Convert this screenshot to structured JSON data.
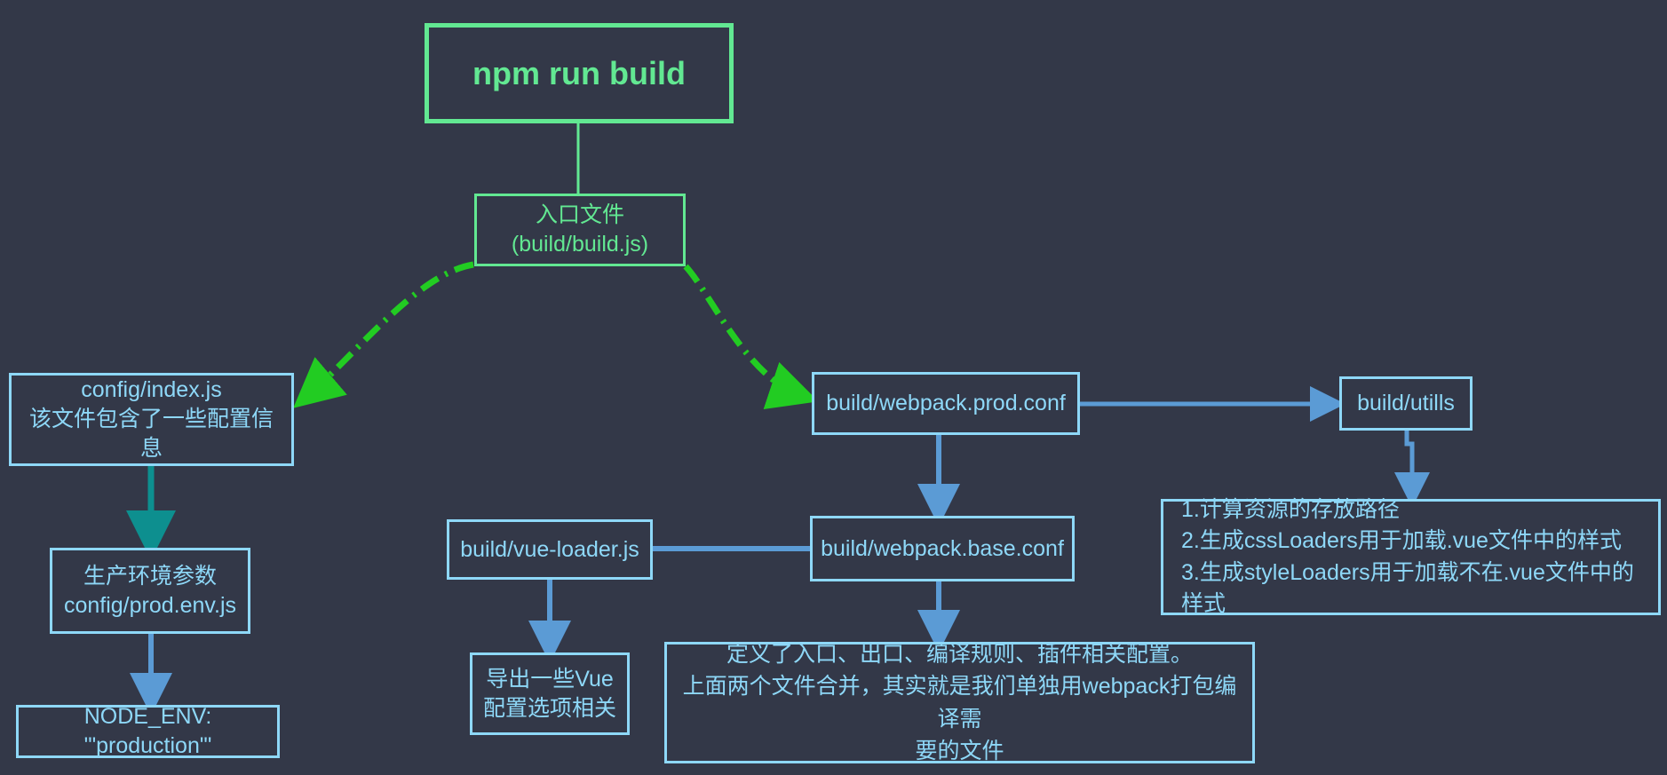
{
  "diagram": {
    "title": "npm run build flow",
    "background_color": "#333848",
    "colors": {
      "green": "#62e892",
      "bright_green": "#22cc22",
      "light_blue": "#8ed8f8",
      "mid_blue": "#5b9bd5",
      "teal": "#0d8f8f"
    }
  },
  "nodes": {
    "npm_run_build": {
      "label": "npm run build"
    },
    "entry_file": {
      "label": "入口文件\n(build/build.js)"
    },
    "config_index": {
      "label": "config/index.js\n该文件包含了一些配置信息"
    },
    "prod_env": {
      "label": "生产环境参数\nconfig/prod.env.js"
    },
    "node_env": {
      "label": "NODE_ENV: '\"production\"'"
    },
    "webpack_prod_conf": {
      "label": "build/webpack.prod.conf"
    },
    "build_utills": {
      "label": "build/utills"
    },
    "utills_notes": {
      "label": "1.计算资源的存放路径\n2.生成cssLoaders用于加载.vue文件中的样式\n3.生成styleLoaders用于加载不在.vue文件中的样式"
    },
    "webpack_base_conf": {
      "label": "build/webpack.base.conf"
    },
    "vue_loader": {
      "label": "build/vue-loader.js"
    },
    "vue_loader_notes": {
      "label": "导出一些Vue\n配置选项相关"
    },
    "base_conf_notes": {
      "label": "定义了入口、出口、编译规则、插件相关配置。\n上面两个文件合并，其实就是我们单独用webpack打包编译需\n要的文件"
    }
  },
  "edges": [
    {
      "name": "npm-run-build-to-entry-file",
      "style": "solid",
      "color": "#62e892",
      "arrow": false
    },
    {
      "name": "entry-file-to-config-index",
      "style": "dash-dot",
      "color": "#22cc22",
      "arrow": true
    },
    {
      "name": "entry-file-to-webpack-prod-conf",
      "style": "dash-dot",
      "color": "#22cc22",
      "arrow": true
    },
    {
      "name": "config-index-to-prod-env",
      "style": "solid",
      "color": "#0d8f8f",
      "arrow": true
    },
    {
      "name": "prod-env-to-node-env",
      "style": "solid",
      "color": "#5b9bd5",
      "arrow": true
    },
    {
      "name": "webpack-prod-conf-to-build-utills",
      "style": "solid",
      "color": "#5b9bd5",
      "arrow": true
    },
    {
      "name": "build-utills-to-utills-notes",
      "style": "solid",
      "color": "#5b9bd5",
      "arrow": true
    },
    {
      "name": "webpack-prod-conf-to-webpack-base-conf",
      "style": "solid",
      "color": "#5b9bd5",
      "arrow": true
    },
    {
      "name": "webpack-base-conf-to-vue-loader",
      "style": "solid",
      "color": "#5b9bd5",
      "arrow": true
    },
    {
      "name": "vue-loader-to-vue-loader-notes",
      "style": "solid",
      "color": "#5b9bd5",
      "arrow": true
    },
    {
      "name": "webpack-base-conf-to-base-conf-notes",
      "style": "solid",
      "color": "#5b9bd5",
      "arrow": true
    }
  ]
}
